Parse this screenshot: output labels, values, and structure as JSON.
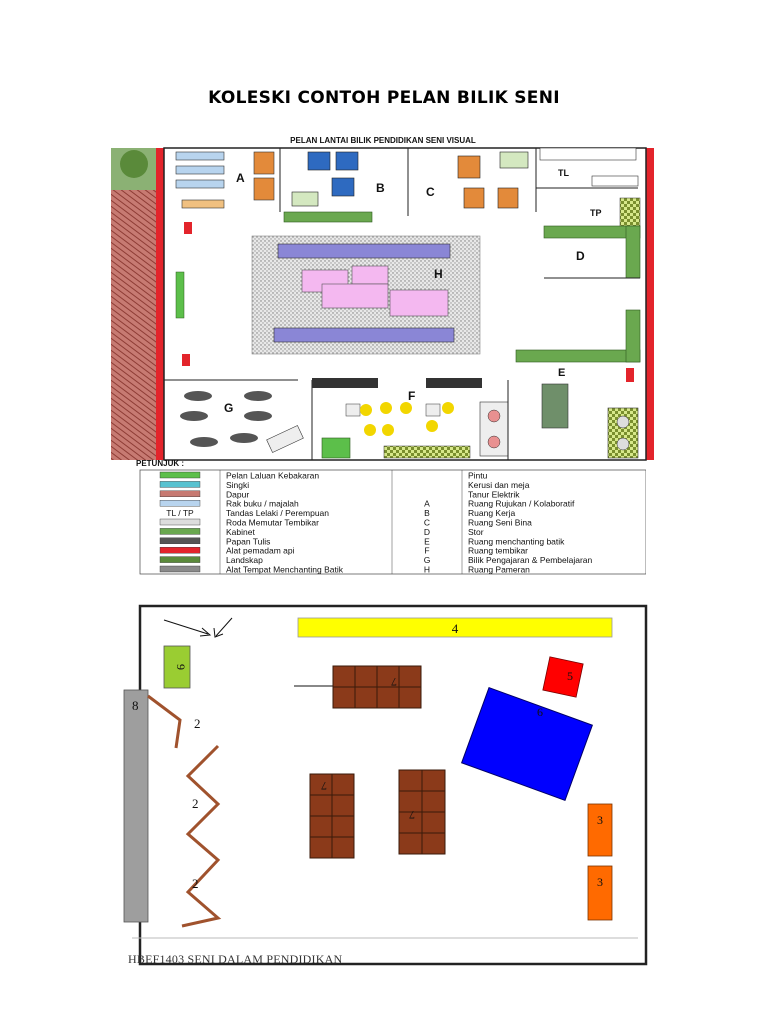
{
  "title": "KOLESKI CONTOH PELAN BILIK SENI",
  "plan1": {
    "heading": "PELAN LANTAI BILIK PENDIDIKAN SENI VISUAL",
    "rooms": [
      "A",
      "B",
      "C",
      "D",
      "E",
      "F",
      "G",
      "H",
      "TL",
      "TP"
    ]
  },
  "legend": {
    "heading": "PETUNJUK :",
    "left": [
      {
        "symbol": "",
        "text": "Pelan Laluan Kebakaran"
      },
      {
        "symbol": "",
        "text": "Singki"
      },
      {
        "symbol": "",
        "text": "Dapur"
      },
      {
        "symbol": "",
        "text": "Rak buku / majalah"
      },
      {
        "symbol": "TL / TP",
        "text": "Tandas Lelaki / Perempuan"
      },
      {
        "symbol": "",
        "text": "Roda Memutar Tembikar"
      },
      {
        "symbol": "",
        "text": "Kabinet"
      },
      {
        "symbol": "",
        "text": "Papan Tulis"
      },
      {
        "symbol": "",
        "text": "Alat pemadam api"
      },
      {
        "symbol": "",
        "text": "Landskap"
      },
      {
        "symbol": "",
        "text": "Alat Tempat Menchanting Batik"
      }
    ],
    "right": [
      {
        "symbol": "",
        "text": "Pintu"
      },
      {
        "symbol": "",
        "text": "Kerusi dan meja"
      },
      {
        "symbol": "",
        "text": "Tanur Elektrik"
      },
      {
        "symbol": "A",
        "text": "Ruang Rujukan / Kolaboratif"
      },
      {
        "symbol": "B",
        "text": "Ruang Kerja"
      },
      {
        "symbol": "C",
        "text": "Ruang Seni Bina"
      },
      {
        "symbol": "D",
        "text": "Stor"
      },
      {
        "symbol": "E",
        "text": "Ruang menchanting batik"
      },
      {
        "symbol": "F",
        "text": "Ruang tembikar"
      },
      {
        "symbol": "G",
        "text": "Bilik Pengajaran & Pembelajaran"
      },
      {
        "symbol": "H",
        "text": "Ruang Pameran"
      }
    ]
  },
  "plan2": {
    "labels": {
      "bar": "4",
      "green": "9",
      "grey": "8",
      "partition": "2",
      "red": "5",
      "blue": "6",
      "brown": "7",
      "orange": "3"
    }
  },
  "footer": "HBEF1403 SENI DALAM PENDIDIKAN",
  "colors": {
    "wall_red": "#e3242b",
    "brick": "#b5524e",
    "green_cabinet": "#6aa84f",
    "exhibit_pink": "#f4b8f0",
    "yellow_bar": "#ffff00",
    "blue_table": "#0000ff",
    "brown_table": "#8b3a1a",
    "orange_cabinet": "#ff6a00",
    "red_box": "#ff0000",
    "grey_board": "#9e9e9e",
    "lime_box": "#9acd32"
  }
}
